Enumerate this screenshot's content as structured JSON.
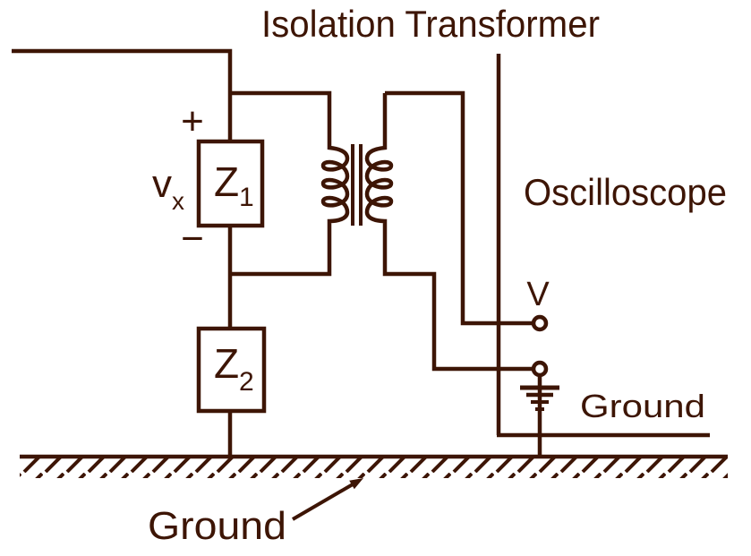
{
  "diagram": {
    "title": "Isolation Transformer",
    "oscilloscope_label": "Oscilloscope",
    "terminal_v_label": "V",
    "oscilloscope_ground_label": "Ground",
    "earth_ground_label": "Ground",
    "polarity_plus": "+",
    "polarity_minus": "−",
    "voltage_vx": {
      "base": "v",
      "subscript": "x"
    },
    "impedance_z1": {
      "base": "Z",
      "subscript": "1"
    },
    "impedance_z2": {
      "base": "Z",
      "subscript": "2"
    }
  },
  "colors": {
    "ink": "#3D1505",
    "background": "#FFFFFF"
  }
}
